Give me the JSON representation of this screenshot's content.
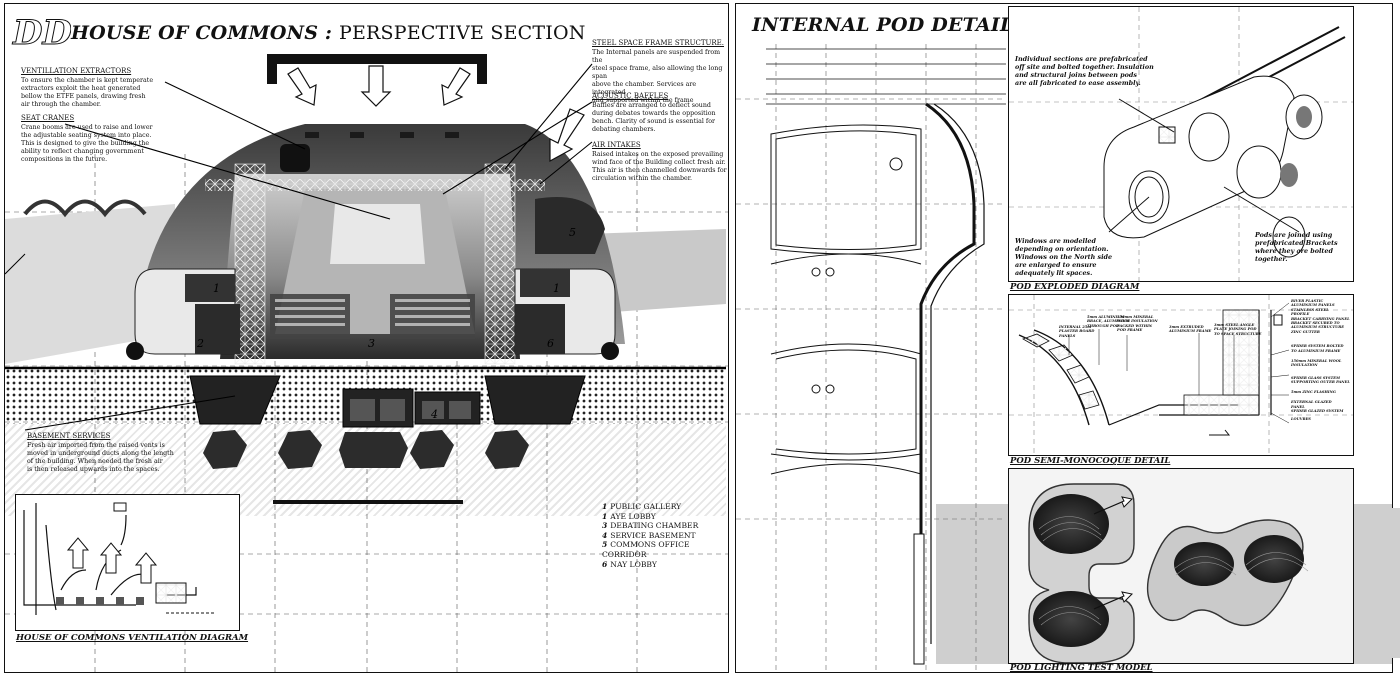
{
  "left_panel": {
    "logo": "DD",
    "title_main": "HOUSE OF COMMONS :",
    "title_sub": "PERSPECTIVE SECTION",
    "annotations": {
      "ventilation": {
        "heading": "VENTILLATION EXTRACTORS",
        "body": [
          "To ensure the chamber is kept temperate",
          "extractors exploit the heat generated",
          "bellow the ETFE panels, drawing fresh",
          "air through the chamber."
        ]
      },
      "seat_cranes": {
        "heading": "SEAT CRANES",
        "body": [
          "Crane booms are used to  raise and lower",
          "the adjustable seating system into place.",
          "This is designed to give the building the",
          "ability to reflect changing government",
          "compositions in the future."
        ]
      },
      "steel_frame": {
        "heading": "STEEL SPACE FRAME STRUCTURE.",
        "body": [
          "The Internal panels are suspended from the",
          "steel space frame, also allowing the long span",
          "above the chamber. Services are integrated",
          "and supported within the frame"
        ]
      },
      "acoustic": {
        "heading": "ACOUSTIC BAFFLES",
        "body": [
          "Baffles are arranged to deflect sound",
          "during debates towards the opposition",
          "bench. Clarity of sound is essential for",
          "debating chambers."
        ]
      },
      "air_intakes": {
        "heading": "AIR INTAKES",
        "body": [
          "Raised intakes on the exposed prevailing",
          "wind face of the Building collect fresh air.",
          "This air is then channelled downwards for",
          "circulation within the chamber."
        ]
      },
      "basement": {
        "heading": "BASEMENT SERVICES",
        "body": [
          "Fresh air imported from the raised vents is",
          "moved in underground ducts along the length",
          "of the building. When needed the fresh air",
          "is then released upwards into the spaces."
        ]
      }
    },
    "section_numbers": [
      "1",
      "1",
      "2",
      "3",
      "4",
      "5",
      "6"
    ],
    "legend": [
      {
        "num": "1",
        "label": "PUBLIC GALLERY"
      },
      {
        "num": "1",
        "label": "AYE LOBBY"
      },
      {
        "num": "3",
        "label": "DEBATING CHAMBER"
      },
      {
        "num": "4",
        "label": "SERVICE BASEMENT"
      },
      {
        "num": "5",
        "label": "COMMONS OFFICE CORRIDOR"
      },
      {
        "num": "6",
        "label": "NAY LOBBY"
      }
    ],
    "ventilation_caption": "HOUSE OF COMMONS VENTILATION DIAGRAM"
  },
  "right_panel": {
    "title": "INTERNAL POD DETAILS",
    "exploded": {
      "caption": "POD EXPLODED DIAGRAM",
      "note_top": [
        "Individual sections are prefabricated",
        "off site and bolted together. Insulation",
        "and structural joins between pods",
        "are all fabricated to ease assembly."
      ],
      "note_windows": [
        "Windows are modelled",
        "depending on orientation.",
        "Windows on the North side",
        "are enlarged to ensure",
        "adequately lit spaces."
      ],
      "note_pods": [
        "Pods are joined using",
        "prefabricated Brackets",
        "where they are bolted",
        "together."
      ]
    },
    "monocoque": {
      "caption": "POD SEMI-MONOCOQUE DETAIL",
      "callouts_left": [
        {
          "id": "a",
          "lines": [
            "INTERNAL 25m",
            "PLASTER BOARD",
            "PANELS"
          ]
        },
        {
          "id": "b",
          "lines": [
            "5mm ALUMINIUM",
            "BRACE, ALUMINIUM",
            "THROUGH POD"
          ]
        },
        {
          "id": "c",
          "lines": [
            "150mm MINERAL",
            "WOOL INSULATION",
            "PACKED WITHIN",
            "POD FRAME"
          ]
        },
        {
          "id": "d",
          "lines": [
            "3mm EXTRUDED",
            "ALUMINIUM FRAME"
          ]
        },
        {
          "id": "e",
          "lines": [
            "3mm STEEL ANGLE",
            "PLATE JOINING POD",
            "TO SPACE STRUCTURE"
          ]
        }
      ],
      "callouts_right": [
        {
          "id": "r1",
          "lines": [
            "RIVER PLASTIC",
            "ALUMINIUM PANELS"
          ]
        },
        {
          "id": "r2",
          "lines": [
            "STAINLESS STEEL",
            "PROFILE",
            "BRACKET CARRYING PANEL",
            "BRACKET SECURED TO",
            "ALUMINIUM STRUCTURE",
            "ZINC GUTTER"
          ]
        },
        {
          "id": "r3",
          "lines": [
            "SPIDER SYSTEM BOLTED",
            "TO ALUMINIUM FRAME"
          ]
        },
        {
          "id": "r4",
          "lines": [
            "150mm MINERAL WOOL",
            "INSULATION"
          ]
        },
        {
          "id": "r5",
          "lines": [
            "SPIDER GLASS SYSTEM",
            "SUPPORTING OUTER PANEL"
          ]
        },
        {
          "id": "r6",
          "lines": [
            "5mm ZINC FLASHING"
          ]
        },
        {
          "id": "r7",
          "lines": [
            "EXTERNAL GLAZED",
            "PANEL"
          ]
        },
        {
          "id": "r8",
          "lines": [
            "SPIDER GLAZED SYSTEM"
          ]
        },
        {
          "id": "r9",
          "lines": [
            "LOUVRES"
          ]
        }
      ]
    },
    "test_model": {
      "caption": "POD LIGHTING TEST MODEL"
    }
  }
}
